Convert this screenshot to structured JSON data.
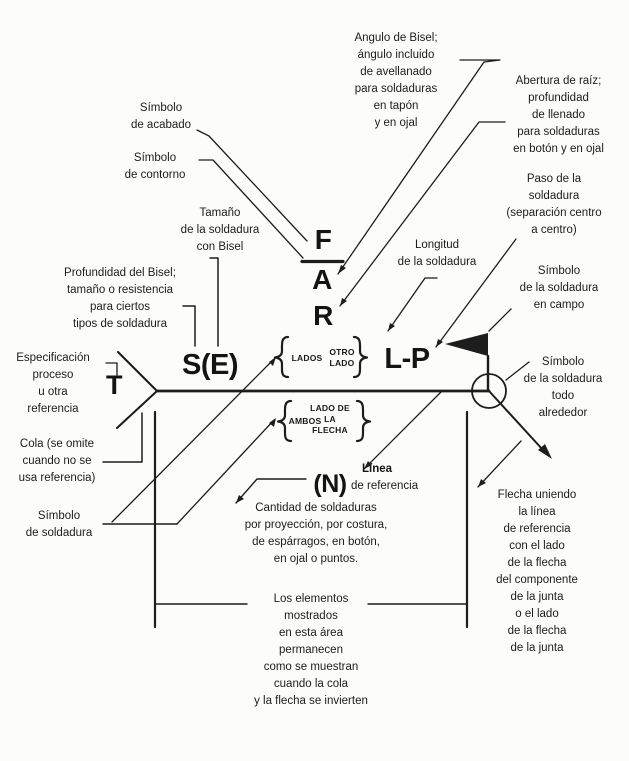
{
  "colors": {
    "ink": "#1d1d1d",
    "background": "#fcfcfb"
  },
  "callouts": {
    "acabado": "Símbolo\nde acabado",
    "contorno": "Símbolo\nde contorno",
    "tamano": "Tamaño\nde la soldadura\ncon Bisel",
    "angulo": "Angulo de Bisel;\nángulo incluido\nde avellanado\npara soldaduras\nen tapón\ny en ojal",
    "abertura": "Abertura de raíz;\nprofundidad\nde llenado\npara soldaduras\nen botón y en ojal",
    "paso": "Paso de la\nsoldadura\n(separación centro\na centro)",
    "longitud": "Longitud\nde la soldadura",
    "profundidad": "Profundidad del Bisel;\ntamaño o resistencia\npara ciertos\ntipos de soldadura",
    "especificacion": "Especificación\nproceso\nu otra\nreferencia",
    "cola": "Cola (se omite\ncuando no se\nusa referencia)",
    "simbolo_soldadura": "Símbolo\nde soldadura",
    "en_campo": "Símbolo\nde la soldadura\nen campo",
    "todo_alrededor": "Símbolo\nde la soldadura\ntodo\nalrededor",
    "linea_bold": "Línea",
    "linea_rest": "de referencia",
    "cantidad": "Cantidad de soldaduras\npor proyección, por costura,\nde espárragos, en botón,\nen ojal o puntos.",
    "elementos": "Los elementos\nmostrados\nen esta área\npermanecen\ncomo se muestran\ncuando la cola\ny la flecha se invierten",
    "flecha_uniendo": "Flecha uniendo\nla línea\nde referencia\ncon el lado\nde la flecha\ndel componente\nde la junta\no el lado\nde la flecha\nde la junta"
  },
  "symbols": {
    "finish": "F",
    "angle": "A",
    "root": "R",
    "tail_letter": "T",
    "size": "S(E)",
    "length_pitch": "L-P",
    "count": "(N)",
    "sides_top": "LADOS",
    "other_side": "OTRO\nLADO",
    "sides_bottom": "AMBOS",
    "arrow_side": "LADO DE\nLA\nFLECHA"
  }
}
